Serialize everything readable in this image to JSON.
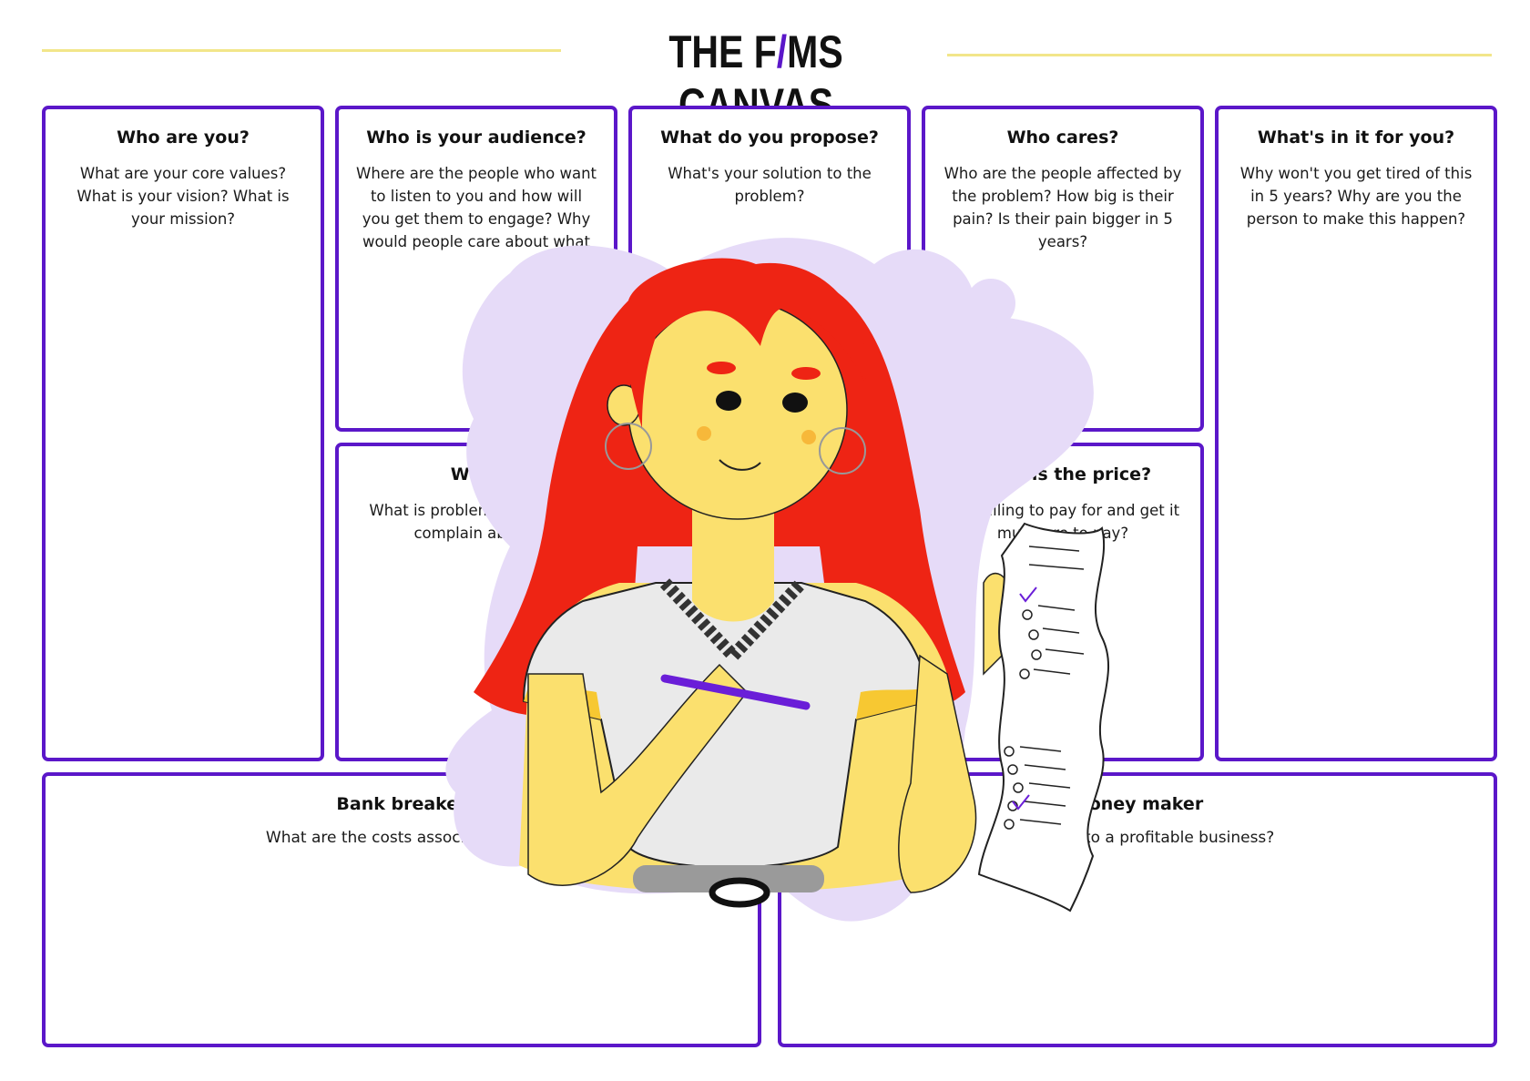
{
  "header": {
    "title_part1": "THE F",
    "title_slash": "/",
    "title_part2": "MS CANVAS"
  },
  "boxes": {
    "who_are_you": {
      "heading": "Who are you?",
      "text": "What are your core values? What is your vision? What is your mission?"
    },
    "audience": {
      "heading": "Who is your audience?",
      "text": "Where are the people who want to listen to you and how will you get them to engage? Why would people care about what"
    },
    "propose": {
      "heading": "What do you propose?",
      "text": "What's your solution to the problem?"
    },
    "who_cares": {
      "heading": "Who cares?",
      "text": "Who are the people affected by the problem? How big is their pain? Is their pain bigger in 5 years?"
    },
    "whats_in_it": {
      "heading": "What's in it for you?",
      "text": "Why won't you get tired of this in 5 years? Why are you the person to make this happen?"
    },
    "problem": {
      "heading": "What",
      "text": "What is problem that people complain about?"
    },
    "price": {
      "heading": "What is the price?",
      "text": "Are willing to pay for and get it much are to pay?"
    },
    "bank_breaker": {
      "heading": "Bank breaker",
      "text": "What are the costs associated with"
    },
    "money_maker": {
      "heading": "Money maker",
      "text": "turn this into a profitable business?"
    }
  },
  "colors": {
    "accent_purple": "#5b17c9",
    "title_line_yellow": "#f2e68a",
    "hair_red": "#ee2414",
    "skin_yellow": "#fbe06e",
    "blob_lavender": "#e6dbf8"
  },
  "illustration": {
    "subject": "woman-with-checklist-icon"
  }
}
